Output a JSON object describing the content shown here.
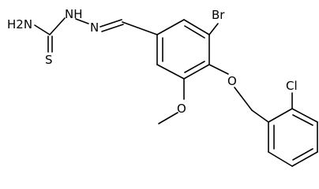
{
  "molecule": {
    "atom_labels": {
      "nh2": "H2N",
      "nh": "NH",
      "n": "N",
      "s": "S",
      "br": "Br",
      "o_ether": "O",
      "o_methoxy": "O",
      "cl": "Cl"
    }
  }
}
